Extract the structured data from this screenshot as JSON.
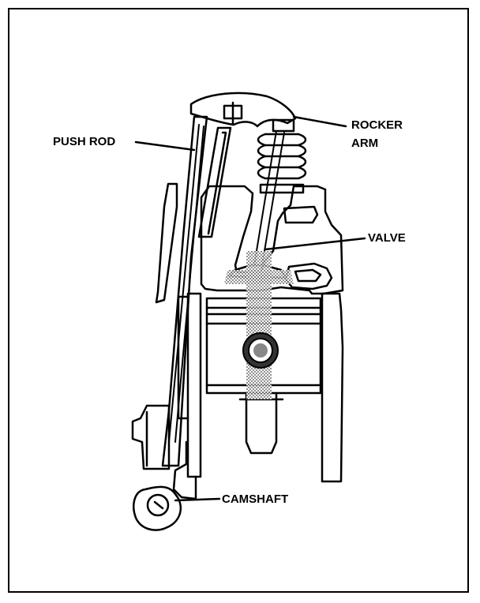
{
  "labels": {
    "push_rod": "PUSH ROD",
    "rocker_arm_line1": "ROCKER",
    "rocker_arm_line2": "ARM",
    "valve": "VALVE",
    "camshaft": "CAMSHAFT"
  },
  "colors": {
    "ink": "#000000",
    "paper": "#ffffff",
    "shade": "#777777"
  }
}
